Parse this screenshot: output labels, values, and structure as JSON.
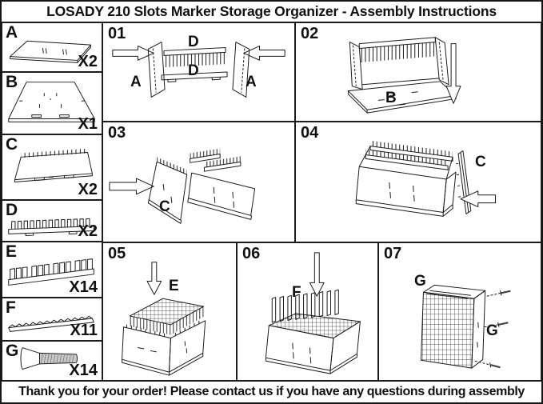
{
  "title": "LOSADY 210 Slots Marker Storage Organizer - Assembly Instructions",
  "footer": "Thank you for your order! Please contact us if you have any questions during assembly",
  "colors": {
    "line": "#1a1a1a",
    "background": "#ffffff",
    "screw_gray": "#c9c9c9"
  },
  "parts": [
    {
      "id": "A",
      "qty": "X2"
    },
    {
      "id": "B",
      "qty": "X1"
    },
    {
      "id": "C",
      "qty": "X2"
    },
    {
      "id": "D",
      "qty": "X2"
    },
    {
      "id": "E",
      "qty": "X14"
    },
    {
      "id": "F",
      "qty": "X11"
    },
    {
      "id": "G",
      "qty": "X14"
    }
  ],
  "steps": [
    {
      "num": "01",
      "labels": {
        "part_top": "D",
        "part_mid": "D",
        "part_left": "A",
        "part_right": "A"
      }
    },
    {
      "num": "02",
      "labels": {
        "base": "B"
      }
    },
    {
      "num": "03",
      "labels": {
        "panel": "C"
      }
    },
    {
      "num": "04",
      "labels": {
        "panel": "C"
      }
    },
    {
      "num": "05",
      "labels": {
        "insert": "E"
      }
    },
    {
      "num": "06",
      "labels": {
        "insert": "F"
      }
    },
    {
      "num": "07",
      "labels": {
        "screw_top": "G",
        "screw_side": "G"
      }
    }
  ]
}
